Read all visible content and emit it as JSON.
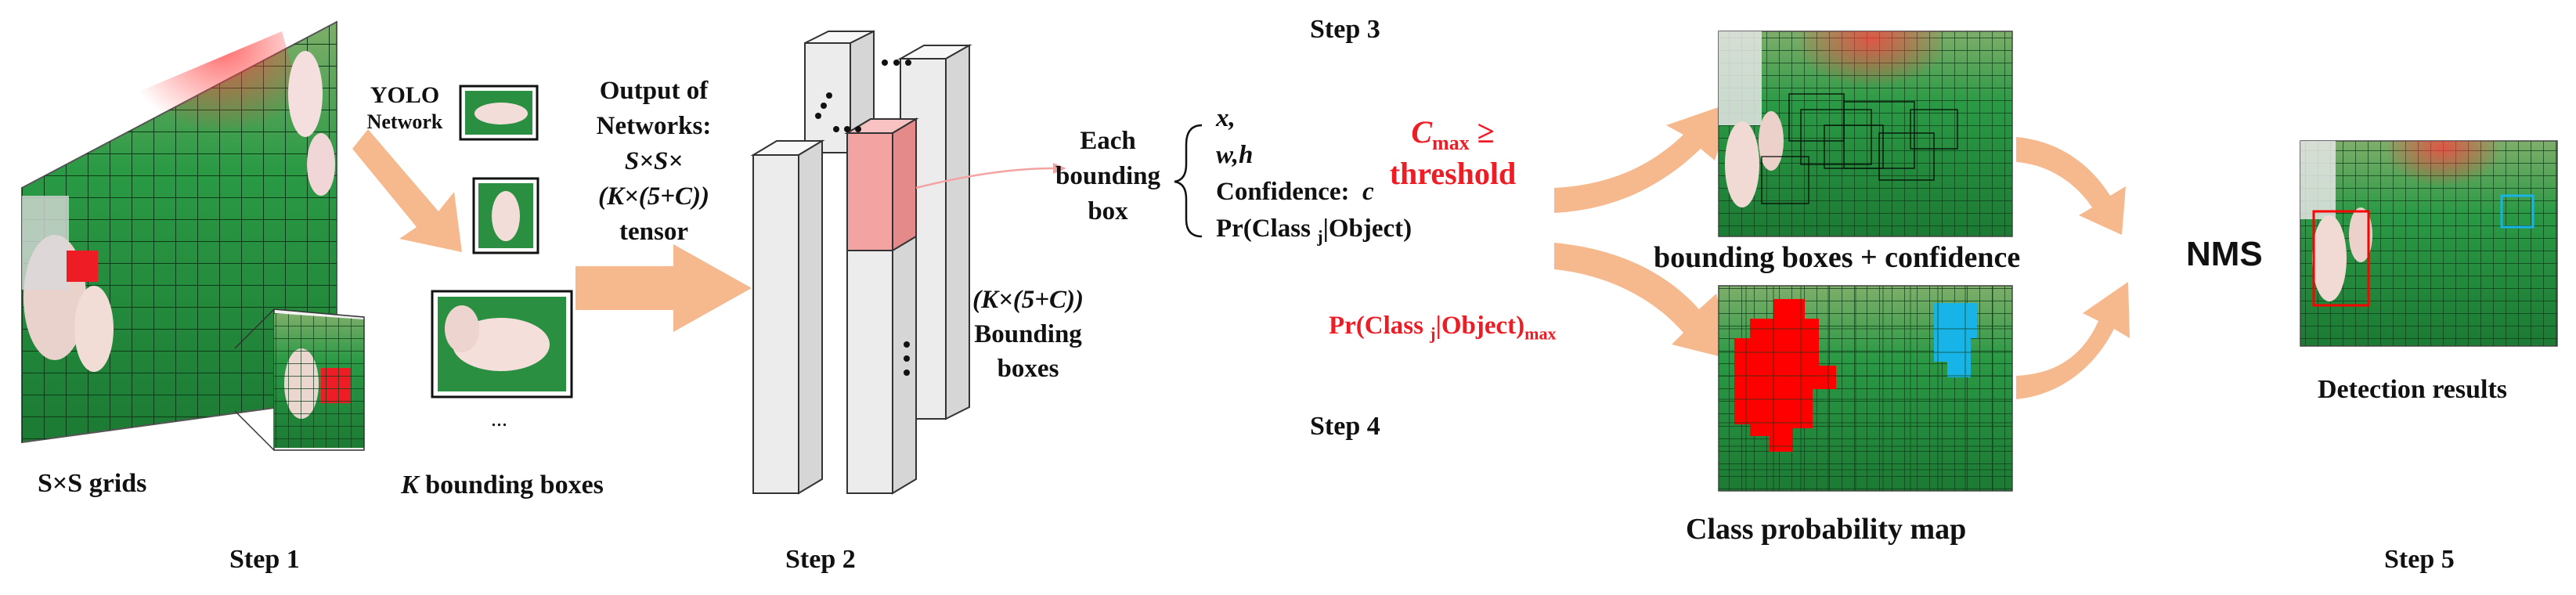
{
  "step1": {
    "grid_label": "S×S grids",
    "yolo_label": "YOLO",
    "network_label": "Network",
    "kbox_k": "K",
    "kbox_rest": " bounding boxes",
    "ellipsis": "...",
    "step": "Step 1"
  },
  "output": {
    "line1": "Output of",
    "line2": "Networks:",
    "line3": "S×S×",
    "line4": "(K×(5+C))",
    "line5": "tensor"
  },
  "step2": {
    "kc_label": "(K×(5+C))",
    "bb_line1": "Bounding",
    "bb_line2": "boxes",
    "step": "Step 2"
  },
  "each": {
    "line1": "Each",
    "line2": "bounding",
    "line3": "box",
    "item_x": "x,",
    "item_wh": "w,h",
    "item_conf": "Confidence:",
    "item_conf_var": "c",
    "item_pr": "Pr(Class",
    "item_pr_sub": "j",
    "item_pr_end": "|Object)"
  },
  "step3": {
    "step": "Step 3",
    "cmax": "C",
    "cmax_sub": "max",
    "cmax_op": " ≥",
    "threshold": "threshold",
    "result_label": "bounding boxes + confidence"
  },
  "step4": {
    "step": "Step 4",
    "pr": "Pr(Class",
    "pr_sub": "j",
    "pr_end": "|Object)",
    "pr_max": "max",
    "result_label": "Class probability map"
  },
  "step5": {
    "nms": "NMS",
    "result_label": "Detection results",
    "step": "Step 5"
  },
  "colors": {
    "arrow": "#f6b98e",
    "red_text": "#ee1c25",
    "floor": "#1f8a3a",
    "pink_cell": "#f4a3a3",
    "class_red": "#ff0000",
    "class_blue": "#18b4e8"
  }
}
